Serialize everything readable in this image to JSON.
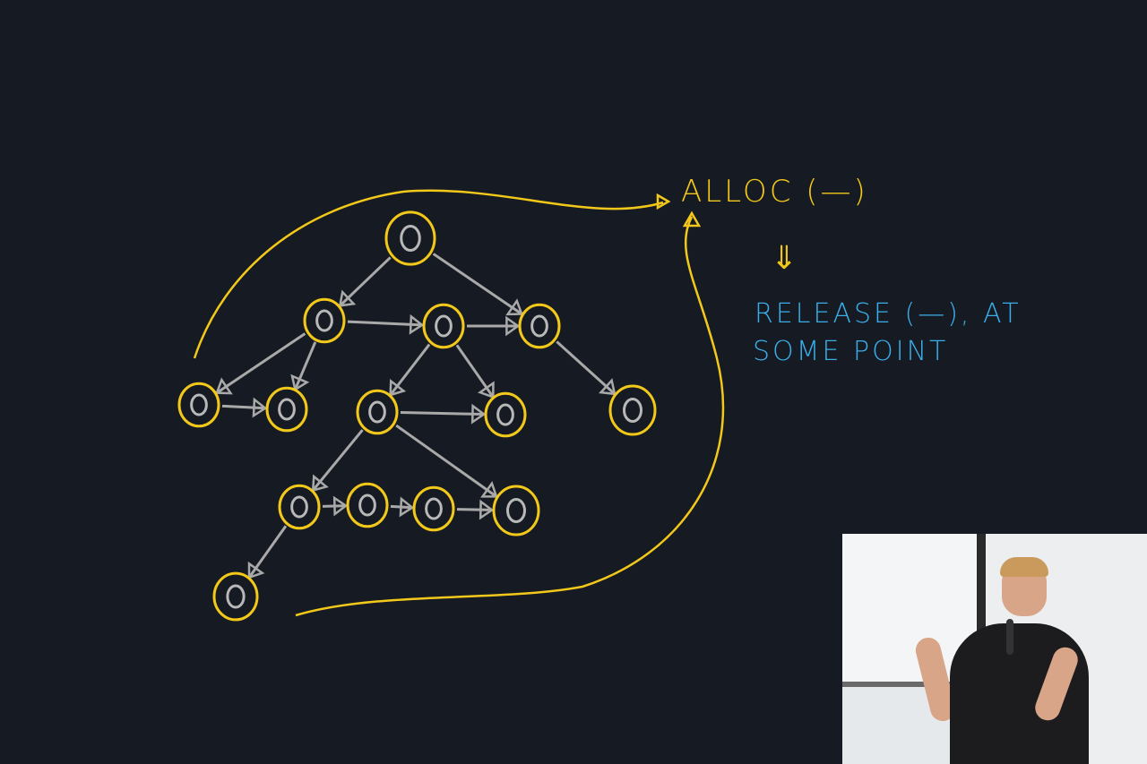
{
  "diagram": {
    "alloc_label": "ALLOC (—)",
    "implies_symbol": "⇓",
    "release_line1": "RELEASE (—), AT",
    "release_line2": "SOME POINT"
  },
  "colors": {
    "background": "#161a22",
    "node_ring": "#f2c81a",
    "edge": "#a9a9a9",
    "alloc_text": "#f2c81a",
    "note_text": "#3aaee8"
  },
  "nodes": [
    {
      "id": "n0"
    },
    {
      "id": "n1"
    },
    {
      "id": "n2"
    },
    {
      "id": "n3"
    },
    {
      "id": "n4"
    },
    {
      "id": "n5"
    },
    {
      "id": "n6"
    },
    {
      "id": "n7"
    },
    {
      "id": "n8"
    },
    {
      "id": "n9"
    },
    {
      "id": "n10"
    },
    {
      "id": "n11"
    },
    {
      "id": "n12"
    },
    {
      "id": "n13"
    },
    {
      "id": "n14"
    }
  ],
  "edges": [
    [
      "n0",
      "n1"
    ],
    [
      "n0",
      "n3"
    ],
    [
      "n1",
      "n2"
    ],
    [
      "n2",
      "n3"
    ],
    [
      "n1",
      "n4"
    ],
    [
      "n1",
      "n5"
    ],
    [
      "n4",
      "n5"
    ],
    [
      "n2",
      "n6"
    ],
    [
      "n2",
      "n7"
    ],
    [
      "n6",
      "n7"
    ],
    [
      "n3",
      "n8"
    ],
    [
      "n6",
      "n9"
    ],
    [
      "n6",
      "n12"
    ],
    [
      "n9",
      "n10"
    ],
    [
      "n10",
      "n11"
    ],
    [
      "n11",
      "n12"
    ],
    [
      "n9",
      "n13"
    ]
  ],
  "presenter": {
    "description_icon": "presenter-video-feed"
  }
}
